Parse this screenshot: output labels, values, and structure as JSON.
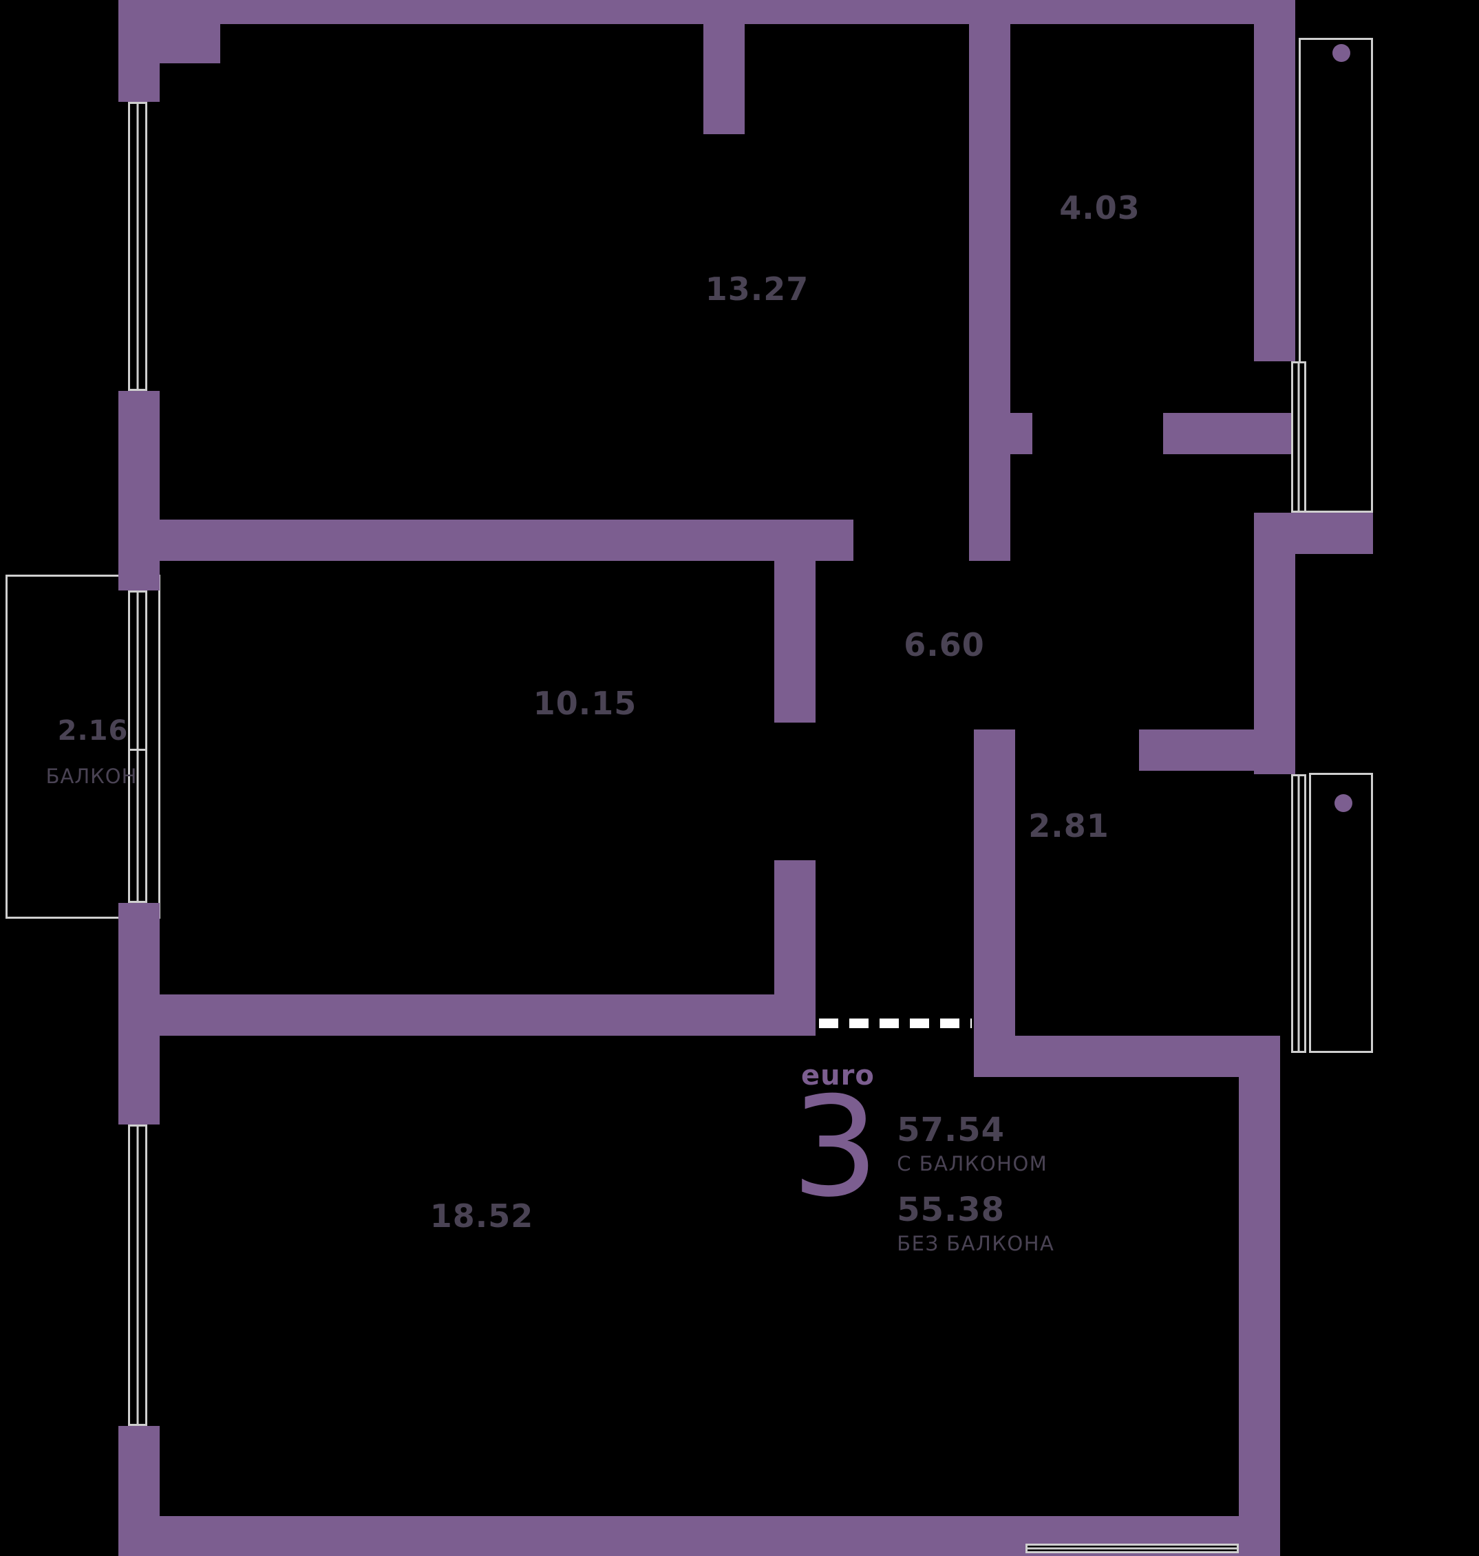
{
  "plan": {
    "rooms": [
      {
        "area": "13.27"
      },
      {
        "area": "4.03"
      },
      {
        "area": "6.60"
      },
      {
        "area": "10.15"
      },
      {
        "area": "2.81"
      },
      {
        "area": "18.52"
      }
    ],
    "balcony": {
      "area": "2.16",
      "label": "БАЛКОН"
    },
    "info": {
      "type_label": "euro",
      "rooms_count": "3",
      "area_with_balcony": "57.54",
      "with_balcony_label": "С БАЛКОНОМ",
      "area_without_balcony": "55.38",
      "without_balcony_label": "БЕЗ БАЛКОНА"
    },
    "colors": {
      "wall": "#7c5e90",
      "background": "#000000",
      "label": "#4a4354",
      "outline": "#cfcfcf"
    }
  }
}
